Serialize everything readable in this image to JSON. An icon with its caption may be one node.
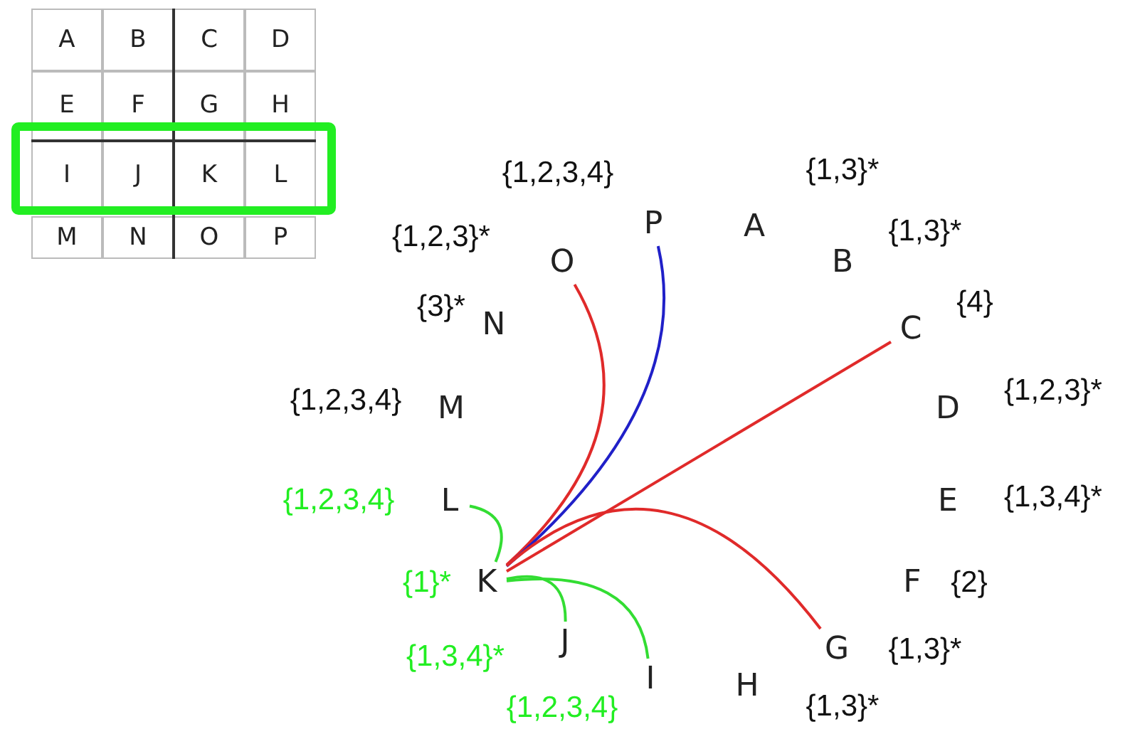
{
  "diagram": {
    "nodes": [
      {
        "text": [
          "A"
        ],
        "beside": [
          "{1,3}*"
        ]
      },
      {
        "text": [
          "B"
        ],
        "beside": [
          "{1,3}*"
        ]
      },
      {
        "text": [
          "C"
        ],
        "beside": [
          "{4}"
        ]
      },
      {
        "text": [
          "D"
        ],
        "beside": [
          "{1,2,3}*"
        ]
      },
      {
        "text": [
          "E"
        ],
        "beside": [
          "{1,3,4}*"
        ]
      },
      {
        "text": [
          "F"
        ],
        "beside": [
          "{2}"
        ]
      },
      {
        "text": [
          "G"
        ],
        "beside": [
          "{1,3}*"
        ]
      },
      {
        "text": [
          "H"
        ],
        "beside": [
          "{1,3}*"
        ]
      },
      {
        "text": [
          "I"
        ],
        "beside": [
          "{1,2,3,4}"
        ]
      },
      {
        "text": [
          "J"
        ],
        "beside": [
          "{1,3,4}*"
        ]
      },
      {
        "text": [
          "K"
        ],
        "beside": [
          "{1}*"
        ]
      },
      {
        "text": [
          "L"
        ],
        "beside": [
          "{1,2,3,4}"
        ]
      },
      {
        "text": [
          "M"
        ],
        "beside": [
          "{1,2,3,4}"
        ]
      },
      {
        "text": [
          "N"
        ],
        "beside": [
          "{3}*"
        ]
      },
      {
        "text": [
          "O"
        ],
        "beside": [
          "{1,2,3}*"
        ]
      },
      {
        "text": [
          "P"
        ],
        "beside": [
          "{1,2,3,4}"
        ]
      }
    ],
    "edges": [
      {
        "from": 10,
        "to": 14,
        "arrow": "none",
        "color": "#e02a2a"
      },
      {
        "from": 10,
        "to": 15,
        "arrow": "none",
        "color": "#2020c8"
      },
      {
        "from": 10,
        "to": 2,
        "arrow": "none",
        "color": "#e02a2a"
      },
      {
        "from": 10,
        "to": 6,
        "arrow": "none",
        "color": "#e02a2a"
      },
      {
        "from": 10,
        "to": 11,
        "arrow": "none",
        "color": "#33dd33"
      },
      {
        "from": 10,
        "to": 9,
        "arrow": "none",
        "color": "#33dd33"
      },
      {
        "from": 10,
        "to": 8,
        "arrow": "none",
        "color": "#33dd33"
      }
    ],
    "labels": [
      "A",
      "B",
      "C",
      "D",
      "E",
      "F",
      "G",
      "H",
      "I",
      "J",
      "K",
      "L",
      "M",
      "N",
      "O",
      "P"
    ]
  }
}
